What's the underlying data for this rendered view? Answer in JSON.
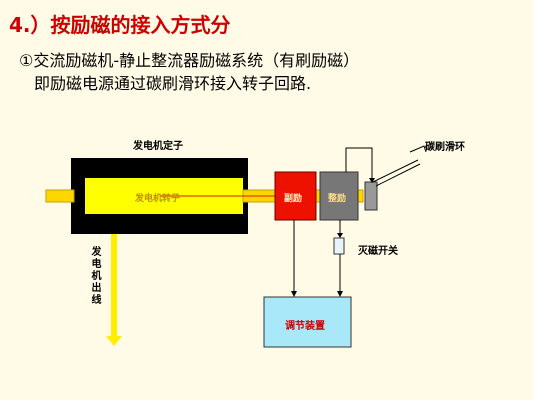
{
  "heading": "4.）按励磁的接入方式分",
  "text": {
    "line1": "①交流励磁机-静止整流器励磁系统（有刷励磁）",
    "line2": "即励磁电源通过碳刷滑环接入转子回路."
  },
  "diagram": {
    "stator_label": "发电机定子",
    "rotor_label": "发电机转子",
    "main_exciter_label": "副励",
    "rectifier_label": "整励",
    "brush_label": "碳刷滑环",
    "breaker_label": "灭磁开关",
    "regulator_label": "调节装置",
    "output_label": "发电机出线"
  },
  "colors": {
    "background": "#fffbe6",
    "heading": "#cc0000",
    "stator": "#000000",
    "rotor": "#ffff00",
    "shaft": "#ffd700",
    "exciter": "#ee1100",
    "rectifier": "#777777",
    "regulator": "#a8e8f8",
    "arrow": "#ffee00"
  }
}
